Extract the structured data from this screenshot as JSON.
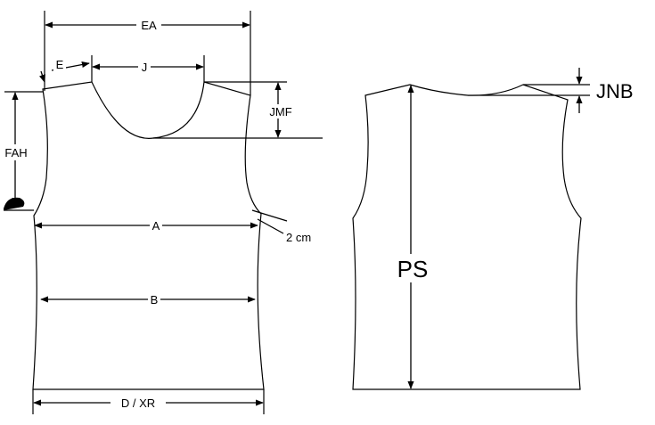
{
  "front_view": {
    "labels": {
      "ea": "EA",
      "e": "E",
      "j": "J",
      "jmf": "JMF",
      "fah": "FAH",
      "a": "A",
      "two_cm": "2 cm",
      "b": "B",
      "d_xr": "D / XR"
    }
  },
  "back_view": {
    "labels": {
      "ps": "PS",
      "jnb": "JNB"
    }
  }
}
